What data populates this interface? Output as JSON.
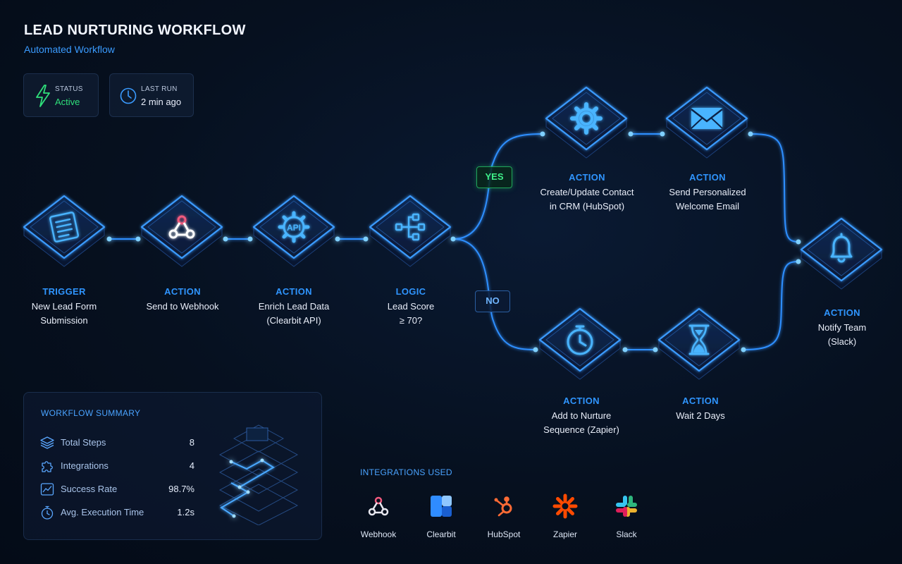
{
  "header": {
    "title": "LEAD NURTURING WORKFLOW",
    "subtitle": "Automated Workflow"
  },
  "stats": {
    "status": {
      "label": "STATUS",
      "value": "Active",
      "icon": "lightning-icon",
      "color": "#2fe07a"
    },
    "last_run": {
      "label": "LAST RUN",
      "value": "2 min ago",
      "icon": "clock-icon"
    }
  },
  "nodes": [
    {
      "id": "trigger",
      "kind": "TRIGGER",
      "line1": "New Lead Form",
      "line2": "Submission",
      "icon": "form-icon"
    },
    {
      "id": "webhook",
      "kind": "ACTION",
      "line1": "Send to Webhook",
      "line2": "",
      "icon": "webhook-icon"
    },
    {
      "id": "enrich",
      "kind": "ACTION",
      "line1": "Enrich Lead Data",
      "line2": "(Clearbit API)",
      "icon": "api-gear-icon"
    },
    {
      "id": "logic",
      "kind": "LOGIC",
      "line1": "Lead Score",
      "line2": "≥ 70?",
      "icon": "branch-icon"
    },
    {
      "id": "crm",
      "kind": "ACTION",
      "line1": "Create/Update Contact",
      "line2": "in CRM (HubSpot)",
      "icon": "gear-icon"
    },
    {
      "id": "email",
      "kind": "ACTION",
      "line1": "Send Personalized",
      "line2": "Welcome Email",
      "icon": "envelope-icon"
    },
    {
      "id": "nurture",
      "kind": "ACTION",
      "line1": "Add to Nurture",
      "line2": "Sequence (Zapier)",
      "icon": "stopwatch-icon"
    },
    {
      "id": "wait",
      "kind": "ACTION",
      "line1": "Wait 2 Days",
      "line2": "",
      "icon": "hourglass-icon"
    },
    {
      "id": "notify",
      "kind": "ACTION",
      "line1": "Notify Team",
      "line2": "(Slack)",
      "icon": "bell-icon"
    }
  ],
  "branches": {
    "yes": "YES",
    "no": "NO"
  },
  "summary": {
    "title": "WORKFLOW SUMMARY",
    "rows": [
      {
        "name": "Total Steps",
        "value": "8",
        "icon": "layers-icon"
      },
      {
        "name": "Integrations",
        "value": "4",
        "icon": "puzzle-icon"
      },
      {
        "name": "Success Rate",
        "value": "98.7%",
        "icon": "chart-line-icon"
      },
      {
        "name": "Avg. Execution Time",
        "value": "1.2s",
        "icon": "stopwatch-icon"
      }
    ]
  },
  "integrations": {
    "title": "INTEGRATIONS USED",
    "items": [
      {
        "name": "Webhook",
        "icon": "webhook-logo"
      },
      {
        "name": "Clearbit",
        "icon": "clearbit-logo",
        "color": "#2f8cff"
      },
      {
        "name": "HubSpot",
        "icon": "hubspot-logo",
        "color": "#ff6b35"
      },
      {
        "name": "Zapier",
        "icon": "zapier-logo",
        "color": "#ff4a00"
      },
      {
        "name": "Slack",
        "icon": "slack-logo"
      }
    ]
  },
  "colors": {
    "accent": "#2f95ff",
    "glow": "#3aa0ff",
    "success": "#2fe07a"
  }
}
